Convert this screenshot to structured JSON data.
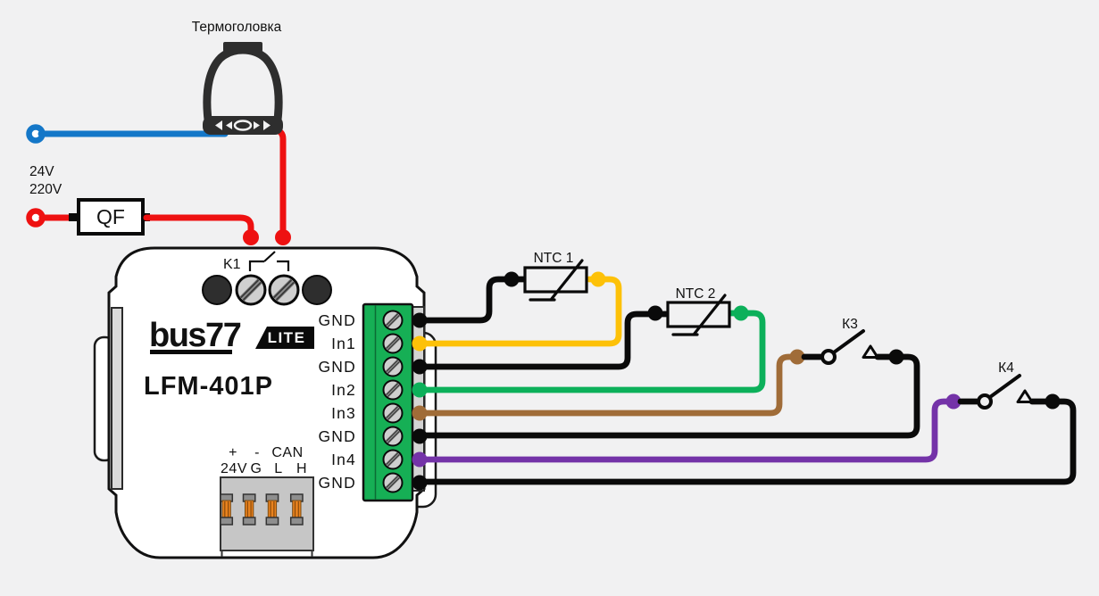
{
  "colors": {
    "blue": "#1477c8",
    "red": "#ee1111",
    "yellow": "#fdc108",
    "green": "#0cb05a",
    "brown": "#a06c38",
    "purple": "#7433a8",
    "black_wire": "#0a0a0a",
    "terminal_block_green": "#16af55"
  },
  "labels": {
    "thermal_head": "Термоголовка",
    "voltage_24": "24V",
    "voltage_220": "220V",
    "breaker": "QF",
    "relay": "K1",
    "ntc1": "NTC 1",
    "ntc2": "NTC 2",
    "k3": "К3",
    "k4": "К4"
  },
  "device": {
    "brand": "bus77",
    "brand_badge": "LITE",
    "model": "LFM-401P",
    "io_terminals": [
      "GND",
      "In1",
      "GND",
      "In2",
      "In3",
      "GND",
      "In4",
      "GND"
    ],
    "power_can_row1": [
      "+",
      "-",
      "CAN"
    ],
    "power_can_row2": [
      "24V",
      "G",
      "L",
      "H"
    ]
  }
}
